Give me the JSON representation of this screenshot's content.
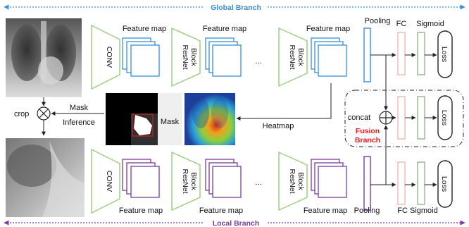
{
  "branches": {
    "global": "Global Branch",
    "local": "Local Branch",
    "fusion_line1": "Fusion",
    "fusion_line2": "Branch"
  },
  "labels": {
    "conv": "CONV",
    "resnet_line1": "ResNet",
    "resnet_line2": "Block",
    "feature_map": "Feature map",
    "ellipsis": "...",
    "pooling": "Pooling",
    "fc": "FC",
    "sigmoid": "Sigmoid",
    "fc_sigmoid": "FC Sigmoid",
    "loss": "Loss",
    "concat": "concat",
    "crop": "crop",
    "mask_inference_line1": "Mask",
    "mask_inference_line2": "Inference",
    "mask": "Mask",
    "heatmap": "Heatmap"
  },
  "colors": {
    "global": "#3a8fd6",
    "local": "#7a3d9c",
    "fusion_red": "#e02020",
    "trapezoid_green": "#9fcf86",
    "fc_pink": "#f4b6ac",
    "sigmoid_green": "#8fb58a",
    "line": "#333333"
  }
}
